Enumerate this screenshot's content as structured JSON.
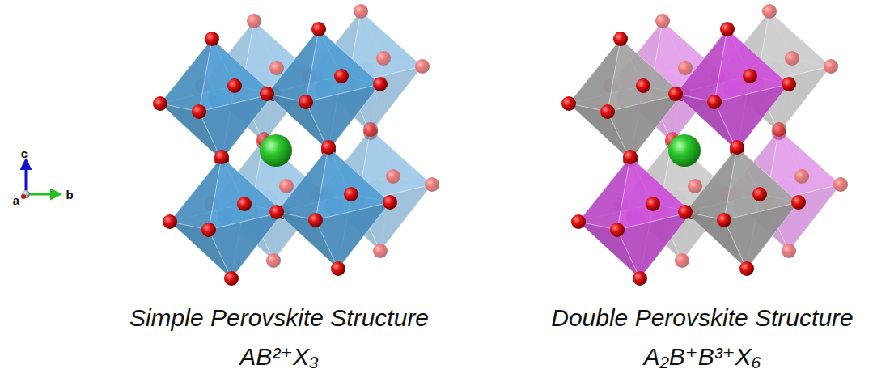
{
  "diagram": {
    "labels": [
      "c",
      "a",
      "b",
      "Simple Perovskite Structure",
      "AB²⁺X₃",
      "Double Perovskite Structure",
      "A₂B⁺B³⁺X₆"
    ]
  }
}
